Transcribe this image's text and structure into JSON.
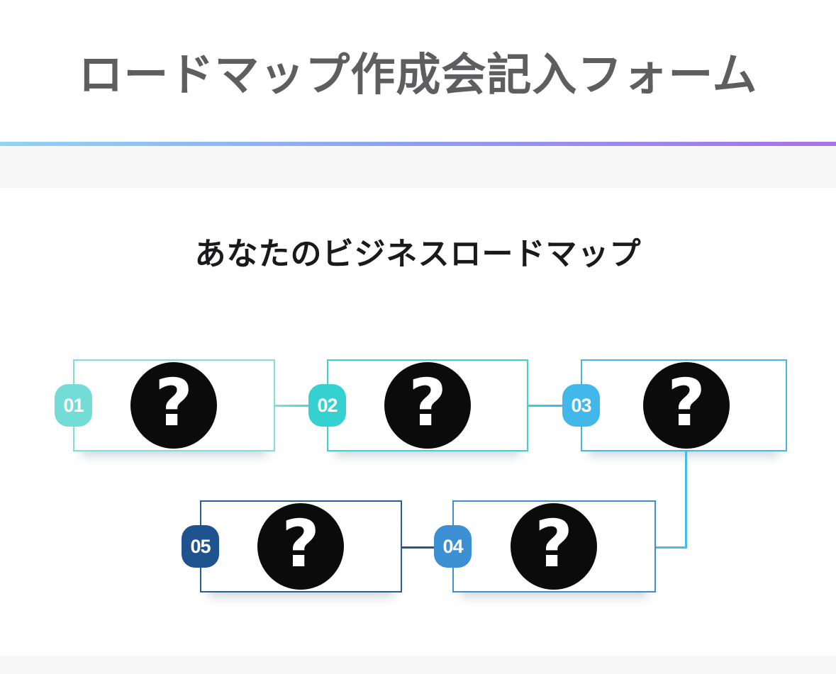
{
  "page": {
    "title": "ロードマップ作成会記入フォーム"
  },
  "roadmap": {
    "heading": "あなたのビジネスロードマップ",
    "placeholder_glyph": "?",
    "steps": [
      {
        "number": "01",
        "badge_color": "#74dcd7",
        "border_color": "#7de0db"
      },
      {
        "number": "02",
        "badge_color": "#35d0d0",
        "border_color": "#3bd2d2"
      },
      {
        "number": "03",
        "badge_color": "#41b7ea",
        "border_color": "#41b7ea"
      },
      {
        "number": "04",
        "badge_color": "#3c8fd2",
        "border_color": "#3c8fd2"
      },
      {
        "number": "05",
        "badge_color": "#1f538f",
        "border_color": "#2b5c93"
      }
    ]
  },
  "colors": {
    "divider_gradient": [
      "#92d4f2",
      "#8f9fee",
      "#a873e4"
    ],
    "page_background": "#f7f7f8",
    "section_background": "#ffffff",
    "title_text": "#5e5e60",
    "heading_text": "#1a1a1c",
    "circle_fill": "#0b0b0b",
    "connector_top_1": "#7de0db",
    "connector_top_2": "#3bd2d2",
    "connector_elbow": "#45bceb",
    "connector_bottom": "#28558a"
  }
}
